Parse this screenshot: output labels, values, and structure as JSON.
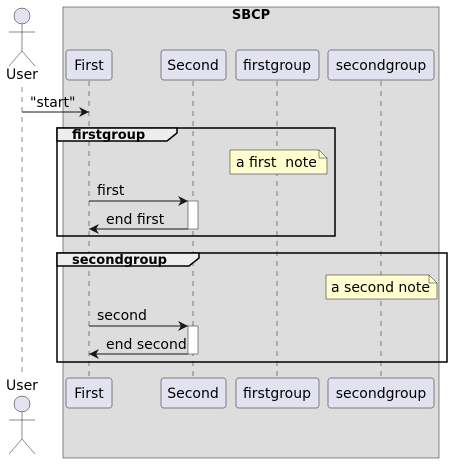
{
  "box": {
    "title": "SBCP"
  },
  "actor": {
    "label": "User"
  },
  "participants": [
    {
      "label": "First"
    },
    {
      "label": "Second"
    },
    {
      "label": "firstgroup"
    },
    {
      "label": "secondgroup"
    }
  ],
  "messages": [
    {
      "label": "\"start\""
    },
    {
      "label": "first"
    },
    {
      "label": "end first"
    },
    {
      "label": "second"
    },
    {
      "label": "end second"
    }
  ],
  "groups": [
    {
      "label": "firstgroup",
      "note": "a first  note"
    },
    {
      "label": "secondgroup",
      "note": "a second note"
    }
  ],
  "colors": {
    "box_fill": "#dddddd",
    "participant_fill": "#e2e2f0",
    "note_fill": "#fefece",
    "line": "#181818"
  }
}
